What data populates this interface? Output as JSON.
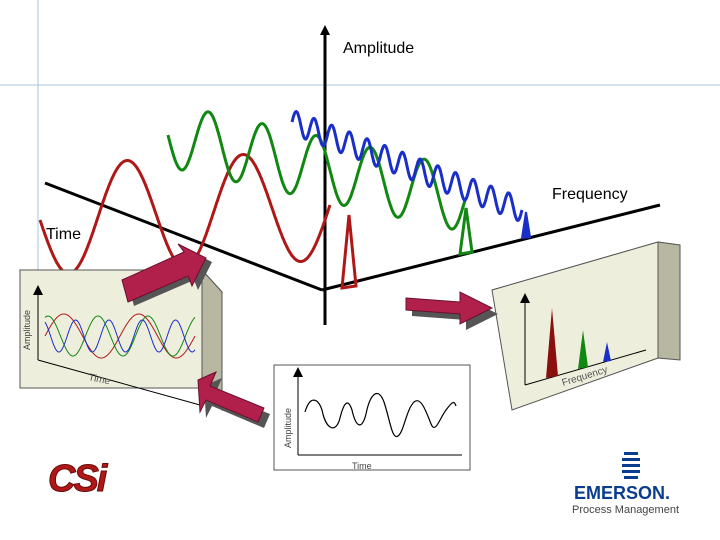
{
  "main": {
    "amplitude_label": "Amplitude",
    "frequency_label": "Frequency",
    "time_label": "Time"
  },
  "time_panel": {
    "amplitude_label": "Amplitude",
    "time_label": "Time"
  },
  "frequency_panel": {
    "frequency_label": "Frequency"
  },
  "waveform_panel": {
    "amplitude_label": "Amplitude",
    "time_label": "Time"
  },
  "logos": {
    "csi": "CSi",
    "emerson": "EMERSON.",
    "tagline": "Process Management"
  },
  "colors": {
    "red_wave": "#b01818",
    "green_wave": "#118811",
    "blue_wave": "#1a2fc8",
    "arrow_fill": "#b0204a",
    "panel_fill": "#eeeedc",
    "panel_shadow": "#c8c8b4",
    "emerson_blue": "#0a3d8f",
    "guide_line": "#a8c4dc"
  }
}
